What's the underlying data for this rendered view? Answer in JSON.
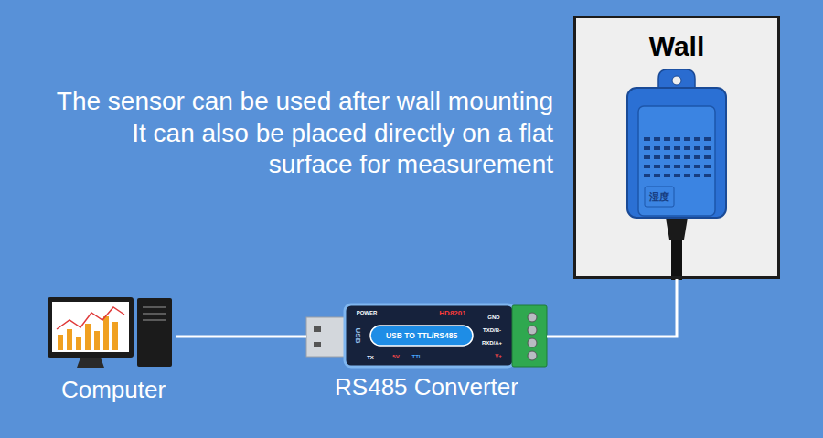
{
  "diagram": {
    "nodes": [
      {
        "text": [
          "Computer"
        ]
      },
      {
        "text": [
          "RS485 Converter"
        ]
      },
      {
        "text": [
          "Wall"
        ]
      }
    ],
    "edges": [
      {
        "from": 0,
        "to": 1,
        "arrow": "none"
      },
      {
        "from": 1,
        "to": 2,
        "arrow": "none"
      }
    ],
    "labels": [
      "The sensor can be used after wall mounting",
      "It can also be placed directly on a flat surface for measurement",
      "湿度",
      "POWER",
      "HD8201",
      "GND",
      "TXD/B-",
      "RXD/A+",
      "V+",
      "USB",
      "USB TO TTL/RS485",
      "TX",
      "5V",
      "TTL"
    ]
  }
}
